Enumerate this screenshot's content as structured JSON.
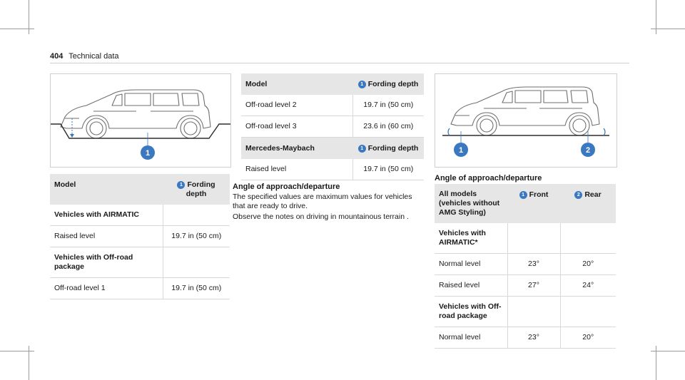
{
  "header": {
    "page_number": "404",
    "section": "Technical data"
  },
  "callouts": {
    "one": "1",
    "two": "2"
  },
  "fording_left": {
    "col_model": "Model",
    "col_depth": "Fording depth",
    "rows": [
      {
        "type": "sub",
        "label": "Vehicles with AIRMATIC",
        "value": ""
      },
      {
        "type": "data",
        "label": "Raised level",
        "value": "19.7 in (50 cm)"
      },
      {
        "type": "sub",
        "label": "Vehicles with Off-road package",
        "value": ""
      },
      {
        "type": "data",
        "label": "Off-road level 1",
        "value": "19.7 in (50 cm)"
      }
    ]
  },
  "fording_mid": {
    "col_model": "Model",
    "col_depth": "Fording depth",
    "rows": [
      {
        "label": "Off-road level 2",
        "value": "19.7 in (50 cm)"
      },
      {
        "label": "Off-road level 3",
        "value": "23.6 in (60 cm)"
      }
    ],
    "maybach": {
      "col_model": "Mercedes-Maybach",
      "col_depth": "Fording depth",
      "rows": [
        {
          "label": "Raised level",
          "value": "19.7 in (50 cm)"
        }
      ]
    }
  },
  "angle_note": {
    "title": "Angle of approach/departure",
    "p1": "The specified values are maximum values for vehicles that are ready to drive.",
    "p2": "Observe the notes on driving in mountainous terrain ."
  },
  "angle_table": {
    "title": "Angle of approach/departure",
    "col_models": "All models (vehicles without AMG Styling)",
    "col_front": "Front",
    "col_rear": "Rear",
    "rows": [
      {
        "type": "sub",
        "label": "Vehicles with AIRMATIC*",
        "front": "",
        "rear": ""
      },
      {
        "type": "data",
        "label": "Normal level",
        "front": "23°",
        "rear": "20°"
      },
      {
        "type": "data",
        "label": "Raised level",
        "front": "27°",
        "rear": "24°"
      },
      {
        "type": "sub",
        "label": "Vehicles with Off-road package",
        "front": "",
        "rear": ""
      },
      {
        "type": "data",
        "label": "Normal level",
        "front": "23°",
        "rear": "20°"
      }
    ]
  }
}
